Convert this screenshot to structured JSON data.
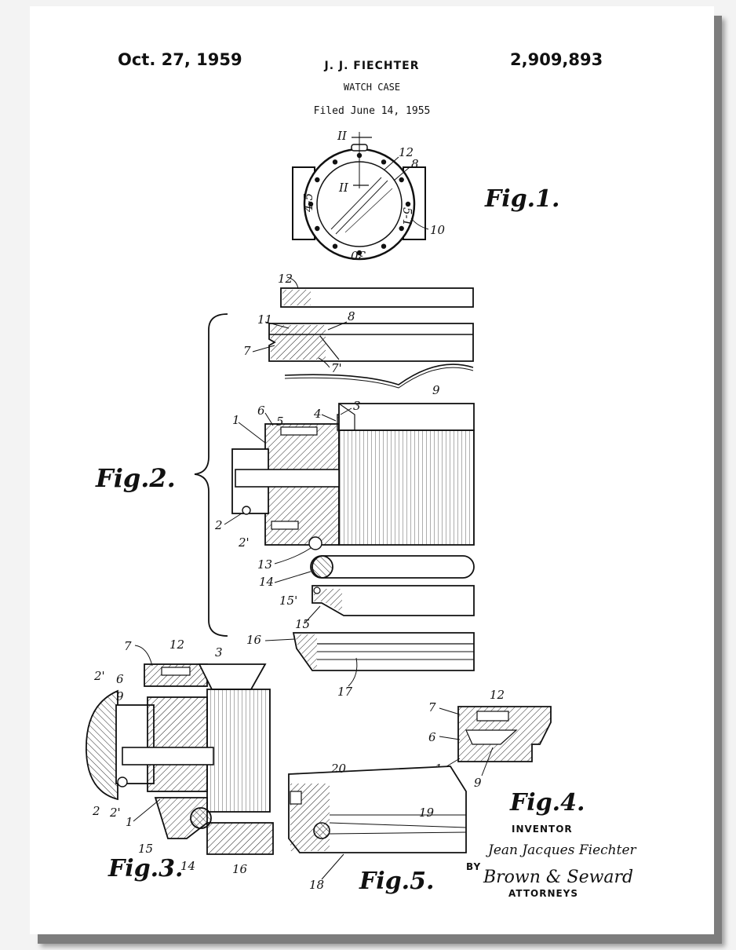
{
  "header": {
    "date": "Oct. 27, 1959",
    "inventor": "J. J. FIECHTER",
    "patent_number": "2,909,893",
    "title": "WATCH CASE",
    "filed": "Filed June 14, 1955"
  },
  "figures": {
    "fig1": "Fig.1.",
    "fig2": "Fig.2.",
    "fig3": "Fig.3.",
    "fig4": "Fig.4.",
    "fig5": "Fig.5."
  },
  "fig1_labels": {
    "section_top": "II",
    "section_mid": "II",
    "l12": "12",
    "l8": "8",
    "l10": "10",
    "dial_left": "4-5",
    "dial_right": "5-1",
    "dial_bottom": "30"
  },
  "fig2_labels": {
    "l12": "12",
    "l11": "11",
    "l8": "8",
    "l7": "7",
    "l7p": "7'",
    "l9": "9",
    "l6": "6",
    "l5": "5",
    "l4": "4",
    "l3": "3",
    "l1": "1",
    "l2": "2",
    "l2p": "2'",
    "l13": "13",
    "l14": "14",
    "l15p": "15'",
    "l15": "15",
    "l16": "16",
    "l17": "17"
  },
  "fig3_labels": {
    "l7": "7",
    "l12": "12",
    "l3": "3",
    "l2p_top": "2'",
    "l6": "6",
    "l9": "9",
    "l2": "2",
    "l2p": "2'",
    "l1": "1",
    "l15": "15",
    "l14": "14",
    "l16": "16"
  },
  "fig4_labels": {
    "l7": "7",
    "l12": "12",
    "l6": "6",
    "l1": "1",
    "l9": "9"
  },
  "fig5_labels": {
    "l20": "20",
    "l19": "19",
    "l18": "18"
  },
  "signature": {
    "inventor_heading": "INVENTOR",
    "inventor_signature": "Jean Jacques Fiechter",
    "by": "BY",
    "attorney_signature": "Brown & Seward",
    "attorneys_heading": "ATTORNEYS"
  }
}
